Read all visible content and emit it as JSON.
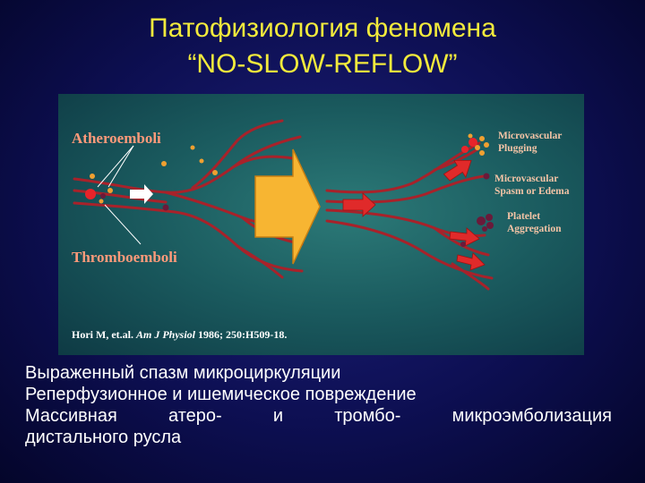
{
  "slide": {
    "title_line1": "Патофизиология феномена",
    "title_line2": "“NO-SLOW-REFLOW”"
  },
  "figure": {
    "label_atheroemboli": "Atheroemboli",
    "label_thromboemboli": "Thromboemboli",
    "label_microvascular_plugging_1": "Microvascular",
    "label_microvascular_plugging_2": "Plugging",
    "label_spasm_1": "Microvascular",
    "label_spasm_2": "Spasm or Edema",
    "label_platelet_1": "Platelet",
    "label_platelet_2": "Aggregation",
    "citation_authors": "Hori M, et.al. ",
    "citation_journal": "Am J Physiol",
    "citation_rest": " 1986; 250:H509-18."
  },
  "bullets": {
    "item1": "Выраженный спазм микроциркуляции",
    "item2": "Реперфузионное и ишемическое повреждение",
    "item3_part1": "Массивная атеро- и тромбо- микроэмболизация",
    "item3_part2": "дистального русла"
  },
  "colors": {
    "title": "#f2ea3c",
    "vessel": "#a8222a",
    "big_arrow": "#f7b532",
    "red_arrow": "#e02a2a",
    "atheroemboli": "#f0a030",
    "thromboemboli": "#6a1a3a"
  }
}
